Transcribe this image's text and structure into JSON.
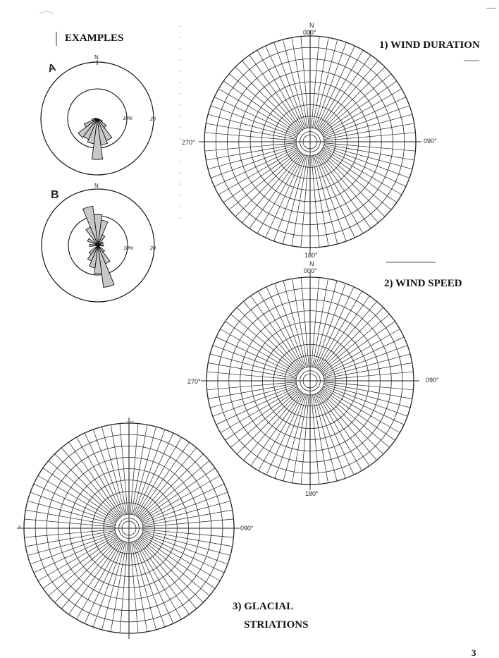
{
  "page": {
    "examples_heading": "EXAMPLES",
    "page_number": "3"
  },
  "examples": [
    {
      "label": "A",
      "north_label": "N",
      "ring_labels": [
        "10%",
        "20"
      ],
      "petals": [
        {
          "bearing": 150,
          "value": 8.5
        },
        {
          "bearing": 165,
          "value": 9.5
        },
        {
          "bearing": 180,
          "value": 14.5
        },
        {
          "bearing": 195,
          "value": 9
        },
        {
          "bearing": 210,
          "value": 8
        },
        {
          "bearing": 225,
          "value": 8.5
        },
        {
          "bearing": 240,
          "value": 5
        },
        {
          "bearing": 135,
          "value": 4
        },
        {
          "bearing": 120,
          "value": 2
        },
        {
          "bearing": 255,
          "value": 2
        },
        {
          "bearing": 270,
          "value": 1
        }
      ]
    },
    {
      "label": "B",
      "north_label": "N",
      "ring_labels": [
        "10%",
        "20"
      ],
      "petals": [
        {
          "bearing": 345,
          "value": 14
        },
        {
          "bearing": 0,
          "value": 11
        },
        {
          "bearing": 15,
          "value": 9
        },
        {
          "bearing": 330,
          "value": 7
        },
        {
          "bearing": 30,
          "value": 4
        },
        {
          "bearing": 165,
          "value": 15
        },
        {
          "bearing": 180,
          "value": 10
        },
        {
          "bearing": 195,
          "value": 8
        },
        {
          "bearing": 150,
          "value": 7
        },
        {
          "bearing": 210,
          "value": 6
        },
        {
          "bearing": 225,
          "value": 4
        },
        {
          "bearing": 135,
          "value": 3
        },
        {
          "bearing": 270,
          "value": 3
        },
        {
          "bearing": 90,
          "value": 2
        },
        {
          "bearing": 300,
          "value": 4
        },
        {
          "bearing": 60,
          "value": 2
        }
      ]
    }
  ],
  "blank_roses": [
    {
      "title": "1) WIND DURATION",
      "north": "N",
      "labels": {
        "n": "000°",
        "e": "090°",
        "s": "180°",
        "w": "270°"
      }
    },
    {
      "title": "2) WIND SPEED",
      "north": "N",
      "labels": {
        "n": "000°",
        "e": "090°",
        "s": "180°",
        "w": "270°"
      }
    },
    {
      "title_line1": "3) GLACIAL",
      "title_line2": "STRIATIONS",
      "labels": {
        "e": "090°",
        "w": "°"
      }
    }
  ]
}
